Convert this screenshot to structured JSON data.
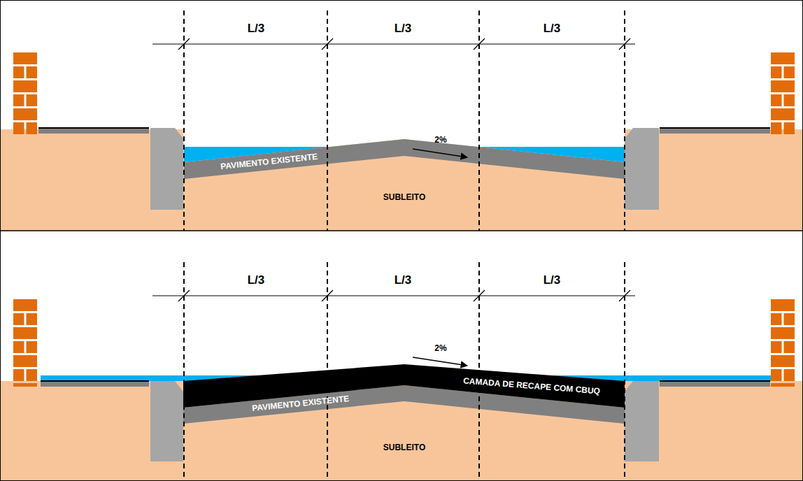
{
  "diagram": {
    "labels": [
      "L/3",
      "L/3",
      "L/3",
      "2%",
      "PAVIMENTO EXISTENTE",
      "SUBLEITO",
      "L/3",
      "L/3",
      "L/3",
      "2%",
      "CAMADA DE RECAPE COM CBUQ",
      "PAVIMENTO EXISTENTE",
      "SUBLEITO"
    ]
  }
}
